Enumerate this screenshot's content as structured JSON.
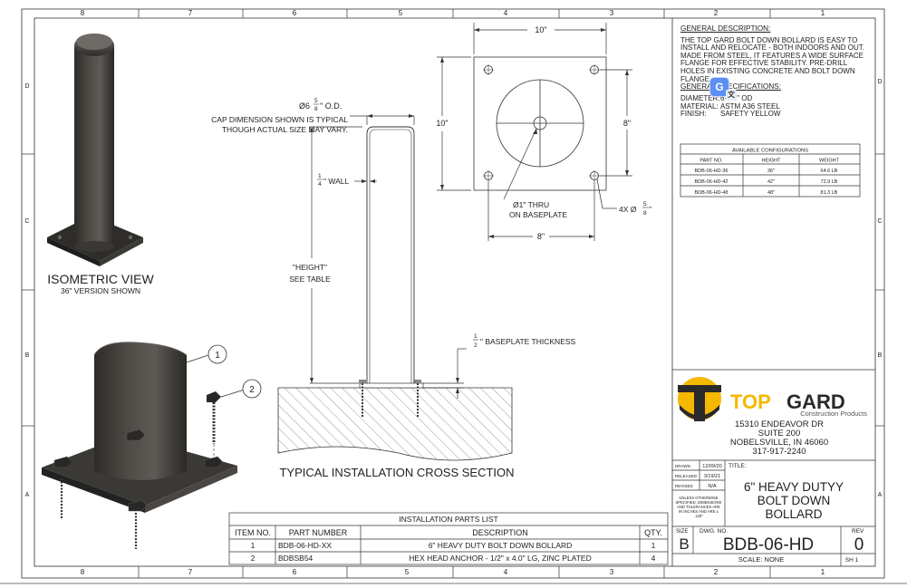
{
  "border": {
    "columns": [
      "8",
      "7",
      "6",
      "5",
      "4",
      "3",
      "2",
      "1"
    ],
    "rows": [
      "D",
      "C",
      "B",
      "A"
    ]
  },
  "general": {
    "description_heading": "GENERAL DESCRIPTION:",
    "description_body": "THE TOP GARD BOLT DOWN BOLLARD IS EASY TO INSTALL AND RELOCATE - BOTH INDOORS AND OUT. MADE FROM STEEL, IT FEATURES A WIDE SURFACE FLANGE FOR EFFECTIVE STABILITY. PRE-DRILL HOLES IN EXISTING CONCRETE AND BOLT DOWN FLANGE.",
    "spec_heading": "GENERAL SPECIFICATIONS:",
    "specs": [
      {
        "key": "DIAMETER:",
        "value": "6-5/8\" OD"
      },
      {
        "key": "MATERIAL:",
        "value": "ASTM A36 STEEL"
      },
      {
        "key": "FINISH:",
        "value": "SAFETY YELLOW"
      }
    ],
    "translate_badge": "G"
  },
  "configurations": {
    "title": "AVAILABLE CONFIGURATIONS",
    "headers": [
      "PART NO.",
      "HEIGHT",
      "WEIGHT"
    ],
    "rows": [
      [
        "BDB-06-HD-36",
        "36\"",
        "64.6 LB"
      ],
      [
        "BDB-06-HD-42",
        "42\"",
        "72.9 LB"
      ],
      [
        "BDB-06-HD-48",
        "48\"",
        "81.3 LB"
      ]
    ]
  },
  "company": {
    "logo_top": "TOP",
    "logo_gard": "GARD",
    "logo_sub": "Construction Products",
    "address": [
      "15310 ENDEAVOR DR",
      "SUITE 200",
      "NOBELSVILLE, IN 46060",
      "317-917-2240"
    ]
  },
  "title_block": {
    "drawn_label": "DRAWN",
    "drawn_value": "12/09/20",
    "released_label": "RELEASED",
    "released_value": "3/19/21",
    "revised_label": "REVISED",
    "revised_value": "N/A",
    "tolerance_note": [
      "UNLESS OTHERWISE",
      "SPECIFIED, DIMENSIONS",
      "AND TOLERANCES ARE",
      "IN INCHES AND ARE ±",
      ".125\""
    ],
    "title_label": "TITLE:",
    "title_lines": [
      "6\" HEAVY DUTYY",
      "BOLT DOWN",
      "BOLLARD"
    ],
    "size_label": "SIZE",
    "size_value": "B",
    "dwg_label": "DWG. NO.",
    "dwg_value": "BDB-06-HD",
    "rev_label": "REV",
    "rev_value": "0",
    "scale": "SCALE: NONE",
    "sheet": "SH 1"
  },
  "views": {
    "isometric_title": "ISOMETRIC VIEW",
    "isometric_sub": "36\" VERSION SHOWN",
    "cross_section_title": "TYPICAL INSTALLATION CROSS SECTION",
    "balloon_1": "1",
    "balloon_2": "2"
  },
  "dims": {
    "od_prefix": "Ø6",
    "od_num": "5",
    "od_den": "8",
    "od_suffix": "\" O.D.",
    "cap_note": [
      "CAP DIMENSION SHOWN IS TYPICAL",
      "THOUGH ACTUAL SIZE MAY VARY."
    ],
    "wall_num": "1",
    "wall_den": "4",
    "wall_suffix": "\" WALL",
    "height_note": [
      "\"HEIGHT\"",
      "SEE TABLE"
    ],
    "baseplate_num": "1",
    "baseplate_den": "2",
    "baseplate_suffix": "\" BASEPLATE THICKNESS",
    "plate_width": "10\"",
    "plate_height": "10\"",
    "hole_spacing_v": "8\"",
    "hole_spacing_h": "8\"",
    "thru_hole": [
      "Ø1\" THRU",
      "ON BASEPLATE"
    ],
    "bolt_holes_prefix": "4X Ø",
    "bolt_holes_num": "5",
    "bolt_holes_den": "8",
    "bolt_holes_suffix": "\""
  },
  "parts_list": {
    "title": "INSTALLATION PARTS LIST",
    "headers": [
      "ITEM NO.",
      "PART NUMBER",
      "DESCRIPTION",
      "QTY."
    ],
    "rows": [
      [
        "1",
        "BDB-06-HD-XX",
        "6\" HEAVY DUTY BOLT DOWN BOLLARD",
        "1"
      ],
      [
        "2",
        "BDBSB54",
        "HEX HEAD ANCHOR - 1/2\" x 4.0\" LG, ZINC PLATED",
        "4"
      ]
    ]
  },
  "colors": {
    "steel_dark": "#3a3835",
    "steel_mid": "#58544f",
    "logo_yellow": "#f5b800",
    "logo_black": "#2a2a2a"
  }
}
